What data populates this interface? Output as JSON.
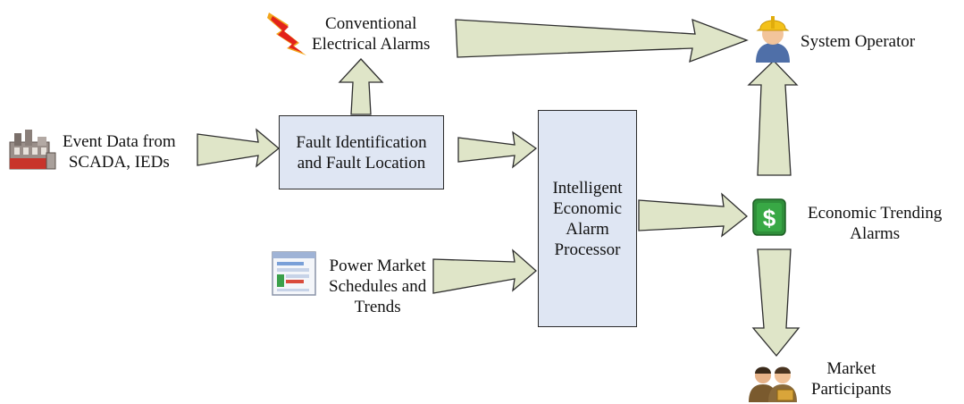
{
  "nodes": {
    "conventional_alarms": [
      "Conventional",
      "Electrical Alarms"
    ],
    "event_data": [
      "Event Data from",
      "SCADA, IEDs"
    ],
    "fault_box": [
      "Fault Identification",
      "and Fault Location"
    ],
    "processor_box": [
      "Intelligent",
      "Economic",
      "Alarm",
      "Processor"
    ],
    "power_market": [
      "Power Market",
      "Schedules and",
      "Trends"
    ],
    "system_operator": "System Operator",
    "economic_trending": [
      "Economic Trending",
      "Alarms"
    ],
    "market_participants": [
      "Market",
      "Participants"
    ]
  },
  "icons": {
    "dollar_glyph": "$"
  },
  "colors": {
    "arrow_fill": "#dfe5c8",
    "arrow_stroke": "#2e2e2e",
    "box_fill": "#dfe6f3",
    "lightning": "#e2231a",
    "dollar_green": "#2f8f3a"
  }
}
